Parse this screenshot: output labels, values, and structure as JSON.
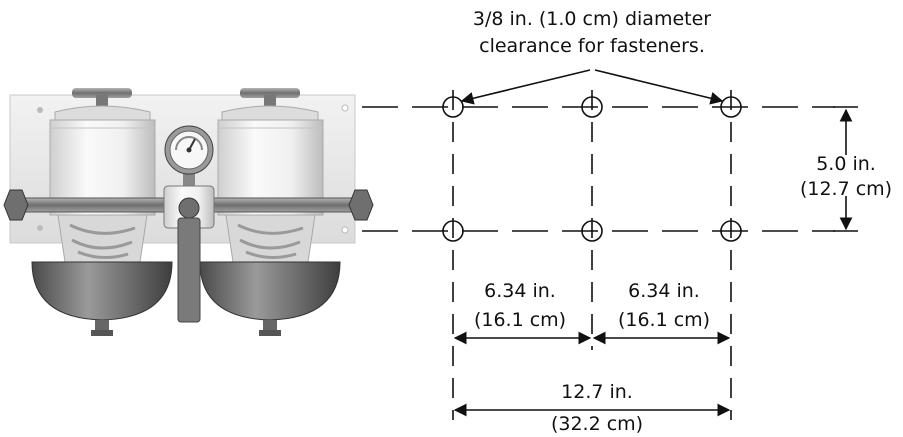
{
  "callout": {
    "line1": "3/8 in. (1.0 cm) diameter",
    "line2": "clearance for fasteners."
  },
  "dimensions": {
    "vertical": {
      "line1": "5.0 in.",
      "line2": "(12.7 cm)"
    },
    "left_span": {
      "line1": "6.34 in.",
      "line2": "(16.1 cm)"
    },
    "right_span": {
      "line1": "6.34 in.",
      "line2": "(16.1 cm)"
    },
    "total_span": {
      "line1": "12.7 in.",
      "line2": "(32.2 cm)"
    }
  },
  "colors": {
    "line": "#111111",
    "bracket": "#e6e6e6",
    "housing": "#efefef",
    "bowl": "#777777",
    "metal": "#8a8a8a"
  },
  "icons": [
    "fuel-filter-assembly-illustration",
    "pressure-gauge-icon",
    "fastener-hole-icon"
  ]
}
